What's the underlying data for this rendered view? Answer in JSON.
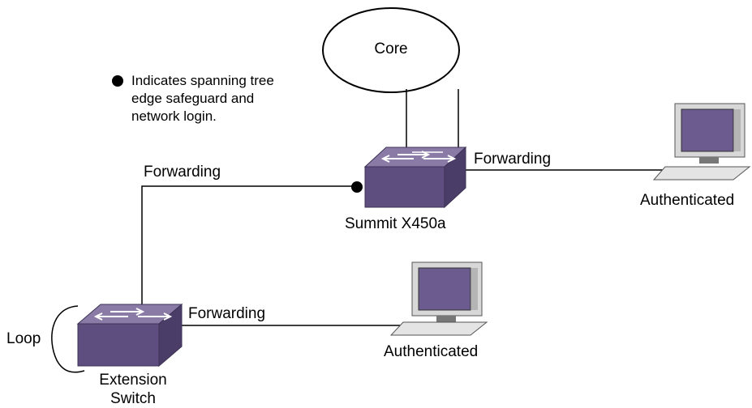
{
  "core": {
    "label": "Core"
  },
  "legend": {
    "bullet_icon": "filled-circle",
    "line1": "Indicates spanning tree",
    "line2": "edge safeguard and",
    "line3": "network login."
  },
  "links": {
    "summit_uplink": "Forwarding",
    "summit_to_host": "Forwarding",
    "extension_to_host": "Forwarding"
  },
  "devices": {
    "summit": {
      "label": "Summit X450a"
    },
    "extension": {
      "label_line1": "Extension",
      "label_line2": "Switch"
    },
    "host_right": {
      "status": "Authenticated"
    },
    "host_bottom": {
      "status": "Authenticated"
    }
  },
  "loop": {
    "label": "Loop"
  },
  "colors": {
    "switch_top": "#8a7ba6",
    "switch_front": "#5e4e80",
    "switch_side": "#4a3d68",
    "screen": "#6b5b8e",
    "line": "#000000"
  }
}
